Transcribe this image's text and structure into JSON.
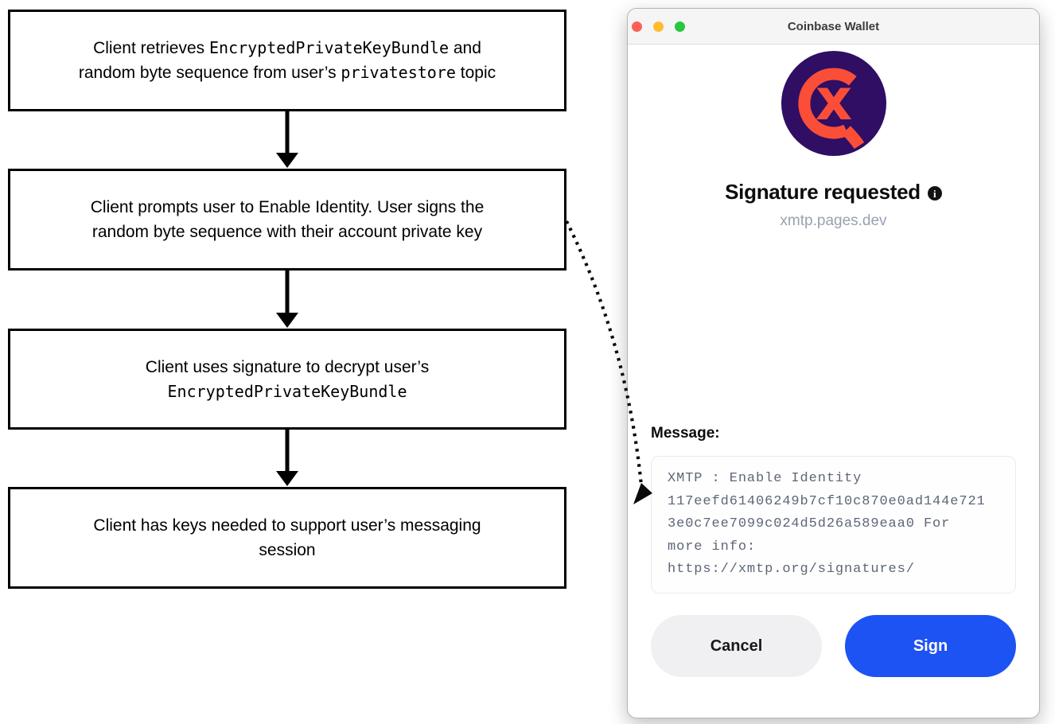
{
  "flowchart": {
    "boxes": [
      {
        "name": "retrieve-bundle",
        "segments": [
          {
            "t": "Client retrieves "
          },
          {
            "t": "EncryptedPrivateKeyBundle",
            "mono": true
          },
          {
            "t": " and"
          },
          {
            "br": true
          },
          {
            "t": "random byte sequence from user’s "
          },
          {
            "t": "privatestore",
            "mono": true
          },
          {
            "t": " topic"
          }
        ]
      },
      {
        "name": "prompt-enable-identity",
        "segments": [
          {
            "t": "Client prompts user to Enable Identity. User signs the"
          },
          {
            "br": true
          },
          {
            "t": "random byte sequence with their account private key"
          }
        ]
      },
      {
        "name": "decrypt-bundle",
        "segments": [
          {
            "t": "Client uses signature to decrypt user’s"
          },
          {
            "br": true
          },
          {
            "t": "EncryptedPrivateKeyBundle",
            "mono": true
          }
        ]
      },
      {
        "name": "keys-ready",
        "segments": [
          {
            "t": "Client has keys needed to support user’s messaging"
          },
          {
            "br": true
          },
          {
            "t": "session"
          }
        ]
      }
    ]
  },
  "wallet": {
    "title": "Coinbase Wallet",
    "heading": "Signature requested",
    "info_glyph": "i",
    "subtitle": "xmtp.pages.dev",
    "message_label": "Message:",
    "message_text": "XMTP : Enable Identity\n117eefd61406249b7cf10c870e0ad144e721\n3e0c7ee7099c024d5d26a589eaa0 For\nmore info:\nhttps://xmtp.org/signatures/",
    "cancel_label": "Cancel",
    "sign_label": "Sign",
    "colors": {
      "sign_button": "#1d53f3",
      "cancel_button": "#f0f0f2",
      "logo_purple": "#2f0e64",
      "logo_orange": "#fb4e38",
      "traffic_red": "#fe5f57",
      "traffic_yellow": "#febc2e",
      "traffic_green": "#28c73f",
      "subtitle_gray": "#99a1b0",
      "message_text_gray": "#5d6678"
    }
  }
}
